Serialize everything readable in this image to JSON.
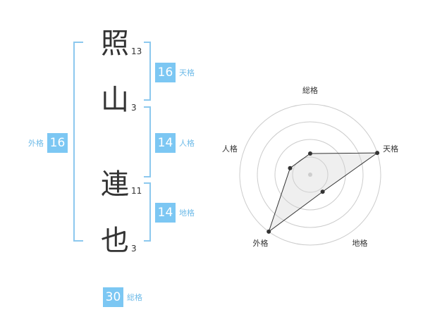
{
  "name": {
    "characters": [
      {
        "char": "照",
        "strokes": "13"
      },
      {
        "char": "山",
        "strokes": "3"
      },
      {
        "char": "連",
        "strokes": "11"
      },
      {
        "char": "也",
        "strokes": "3"
      }
    ]
  },
  "fortunes": {
    "tenkaku": {
      "value": "16",
      "label": "天格"
    },
    "jinkaku": {
      "value": "14",
      "label": "人格"
    },
    "chikaku": {
      "value": "14",
      "label": "地格"
    },
    "gaikaku": {
      "value": "16",
      "label": "外格"
    },
    "soukaku": {
      "value": "30",
      "label": "総格"
    }
  },
  "colors": {
    "accent": "#7cc7f3",
    "bracket": "#8cc8ee"
  },
  "chart_data": {
    "type": "radar",
    "axes": [
      "総格",
      "天格",
      "地格",
      "外格",
      "人格"
    ],
    "values": [
      0.3,
      1.0,
      0.3,
      1.0,
      0.3
    ],
    "rings": 4
  }
}
